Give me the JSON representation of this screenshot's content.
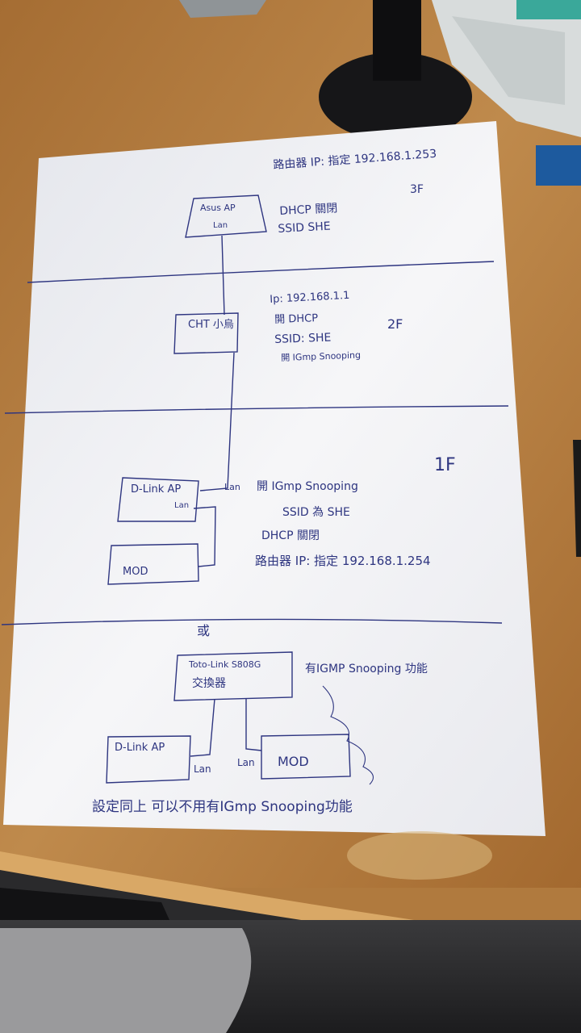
{
  "notes": {
    "floor3": {
      "device": "Asus AP",
      "port": "Lan",
      "router_ip": "路由器 IP: 指定 192.168.1.253",
      "floor": "3F",
      "dhcp": "DHCP 關閉",
      "ssid": "SSID SHE"
    },
    "floor2": {
      "device": "CHT 小烏",
      "ip": "Ip: 192.168.1.1",
      "dhcp": "開 DHCP",
      "floor": "2F",
      "ssid": "SSID: SHE",
      "igmp": "開 IGmp Snooping"
    },
    "floor1": {
      "device": "D-Link AP",
      "port_inside": "Lan",
      "port_outside": "Lan",
      "igmp": "開 IGmp Snooping",
      "floor": "1F",
      "ssid": "SSID 為 SHE",
      "dhcp": "DHCP 關閉",
      "router_ip": "路由器 IP: 指定 192.168.1.254",
      "mod": "MOD"
    },
    "alternative": {
      "or": "或",
      "switch_line1": "Toto-Link S808G",
      "switch_line2": "交換器",
      "switch_note": "有IGMP Snooping 功能",
      "ap": "D-Link AP",
      "ap_port": "Lan",
      "mod": "MOD",
      "mod_port": "Lan",
      "footer": "設定同上 可以不用有IGmp Snooping功能"
    }
  },
  "colors": {
    "ink": "#2e3580",
    "paper": "#f4f4f6",
    "desk": "#b07a3e"
  }
}
